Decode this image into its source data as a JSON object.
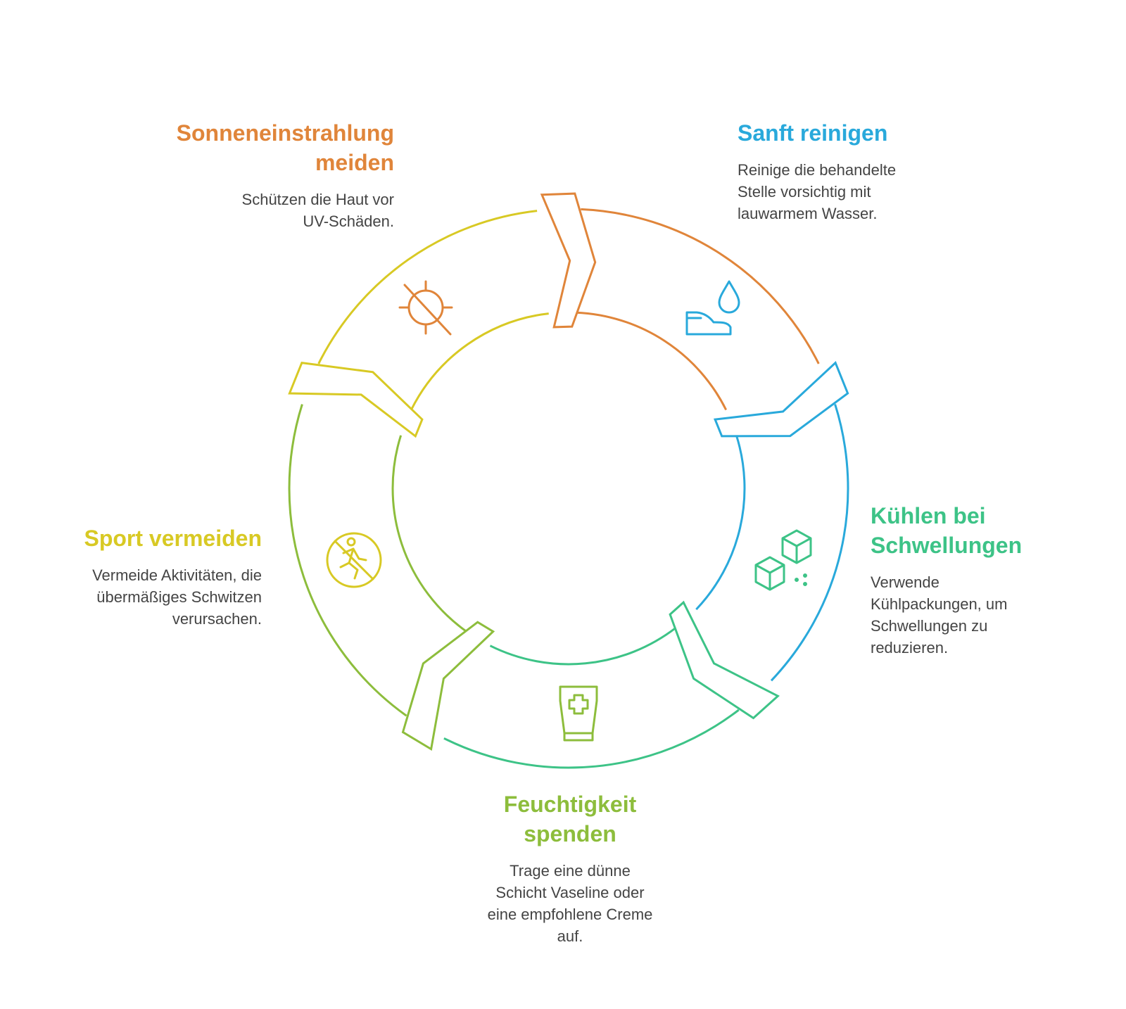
{
  "colors": {
    "orange": "#E0853A",
    "blue": "#29A9DB",
    "teal": "#3DC387",
    "green": "#8DBD3C",
    "yellow": "#D8C924",
    "text": "#444444"
  },
  "steps": [
    {
      "key": "sonne",
      "title_line1": "Sonneneinstrahlung",
      "title_line2": "meiden",
      "desc_line1": "Schützen die Haut vor",
      "desc_line2": "UV-Schäden.",
      "icon": "sun-crossed-icon",
      "color": "orange"
    },
    {
      "key": "sanft",
      "title_line1": "Sanft reinigen",
      "desc_line1": "Reinige die behandelte",
      "desc_line2": "Stelle vorsichtig mit",
      "desc_line3": "lauwarmem Wasser.",
      "icon": "hand-water-drop-icon",
      "color": "blue"
    },
    {
      "key": "kuehl",
      "title_line1": "Kühlen bei",
      "title_line2": "Schwellungen",
      "desc_line1": "Verwende",
      "desc_line2": "Kühlpackungen, um",
      "desc_line3": "Schwellungen zu",
      "desc_line4": "reduzieren.",
      "icon": "ice-cubes-icon",
      "color": "teal"
    },
    {
      "key": "feucht",
      "title_line1": "Feuchtigkeit",
      "title_line2": "spenden",
      "desc_line1": "Trage eine dünne",
      "desc_line2": "Schicht Vaseline oder",
      "desc_line3": "eine empfohlene Creme",
      "desc_line4": "auf.",
      "icon": "cream-tube-icon",
      "color": "green"
    },
    {
      "key": "sport",
      "title_line1": "Sport vermeiden",
      "desc_line1": "Vermeide Aktivitäten, die",
      "desc_line2": "übermäßiges Schwitzen",
      "desc_line3": "verursachen.",
      "icon": "no-running-icon",
      "color": "yellow"
    }
  ]
}
